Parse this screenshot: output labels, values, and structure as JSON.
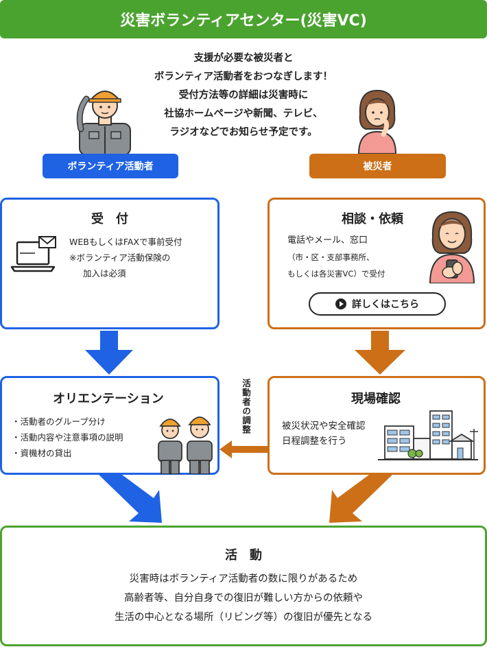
{
  "header": {
    "title": "災害ボランティアセンター(災害VC)"
  },
  "intro": {
    "lines": [
      "支援が必要な被災者と",
      "ボランティア活動者をおつなぎします！",
      "受付方法等の詳細は災害時に",
      "社協ホームページや新聞、テレビ、",
      "ラジオなどでお知らせ予定です。"
    ]
  },
  "tags": {
    "volunteer": "ボランティア活動者",
    "victim": "被災者"
  },
  "reception": {
    "title": "受　付",
    "lines": [
      "WEBもしくはFAXで事前受付",
      "※ボランティア活動保険の",
      "加入は必須"
    ]
  },
  "consult": {
    "title": "相談・依頼",
    "lines": [
      "電話やメール、窓口",
      "（市・区・支部事務所、",
      "もしくは各災害VC）で受付"
    ],
    "button": "詳しくはこちら"
  },
  "orientation": {
    "title": "オリエンテーション",
    "items": [
      "・活動者のグループ分け",
      "・活動内容や注意事項の説明",
      "・資機材の貸出"
    ]
  },
  "site": {
    "title": "現場確認",
    "lines": [
      "被災状況や安全確認",
      "日程調整を行う"
    ]
  },
  "adjust_label": "活動者の調整",
  "activity": {
    "title": "活　動",
    "lines": [
      "災害時はボランティア活動者の数に限りがあるため",
      "高齢者等、自分自身での復旧が難しい方からの依頼や",
      "生活の中心となる場所（リビング等）の復旧が優先となる"
    ]
  },
  "colors": {
    "green": "#4aa32f",
    "blue": "#1f62e3",
    "orange": "#cc6f17"
  },
  "icons": [
    "laptop-mail-icon",
    "worker-man-icon",
    "thinking-woman-icon",
    "woman-phone-icon",
    "workers-icon",
    "buildings-icon",
    "play-icon"
  ]
}
